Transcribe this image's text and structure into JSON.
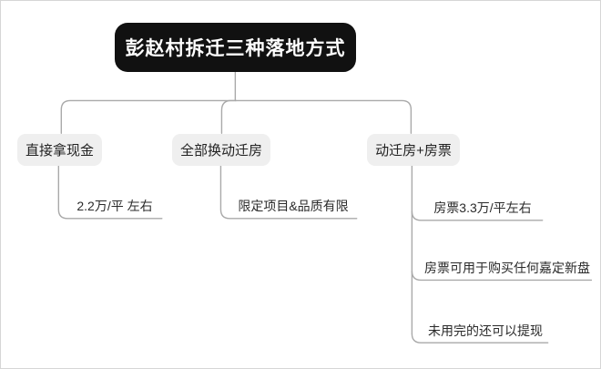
{
  "mindmap": {
    "root": {
      "label": "彭赵村拆迁三种落地方式"
    },
    "branches": [
      {
        "label": "直接拿现金",
        "children": [
          {
            "label": "2.2万/平 左右"
          }
        ]
      },
      {
        "label": "全部换动迁房",
        "children": [
          {
            "label": "限定项目&品质有限"
          }
        ]
      },
      {
        "label": "动迁房+房票",
        "children": [
          {
            "label": "房票3.3万/平左右"
          },
          {
            "label": "房票可用于购买任何嘉定新盘"
          },
          {
            "label": "未用完的还可以提现"
          }
        ]
      }
    ],
    "colors": {
      "root_bg": "#111111",
      "root_text": "#ffffff",
      "branch_bg": "#efefef",
      "branch_text": "#222222",
      "leaf_text": "#2a2a2a",
      "connector": "#a9a9a9",
      "canvas_border": "#d6d6d6",
      "canvas_bg": "#ffffff"
    }
  }
}
